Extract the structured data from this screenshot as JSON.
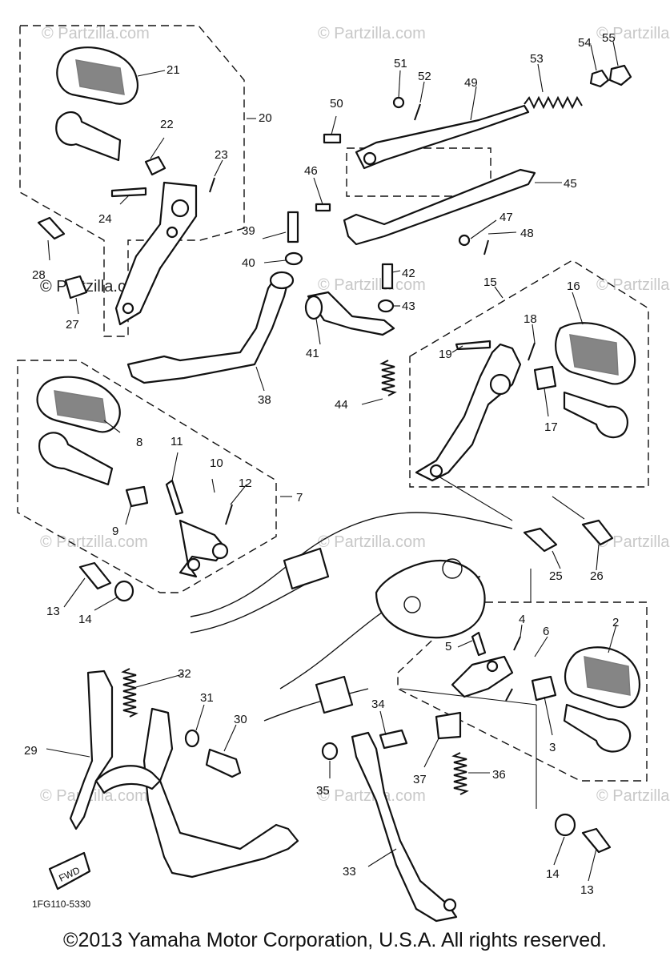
{
  "watermark": "© Partzilla.com",
  "drawing_code": "1FG110-5330",
  "copyright": "©2013  Yamaha Motor Corporation, U.S.A. All rights reserved.",
  "callouts": [
    "2",
    "3",
    "4",
    "5",
    "6",
    "7",
    "8",
    "9",
    "10",
    "11",
    "12",
    "13",
    "14",
    "15",
    "16",
    "17",
    "18",
    "19",
    "20",
    "21",
    "22",
    "23",
    "24",
    "25",
    "26",
    "27",
    "28",
    "29",
    "30",
    "31",
    "32",
    "33",
    "34",
    "35",
    "36",
    "37",
    "38",
    "39",
    "40",
    "41",
    "42",
    "43",
    "44",
    "45",
    "46",
    "47",
    "48",
    "49",
    "50",
    "51",
    "52",
    "53",
    "54",
    "55"
  ],
  "callout_13b": "13",
  "callout_14b": "14",
  "fwd_label": "FWD"
}
